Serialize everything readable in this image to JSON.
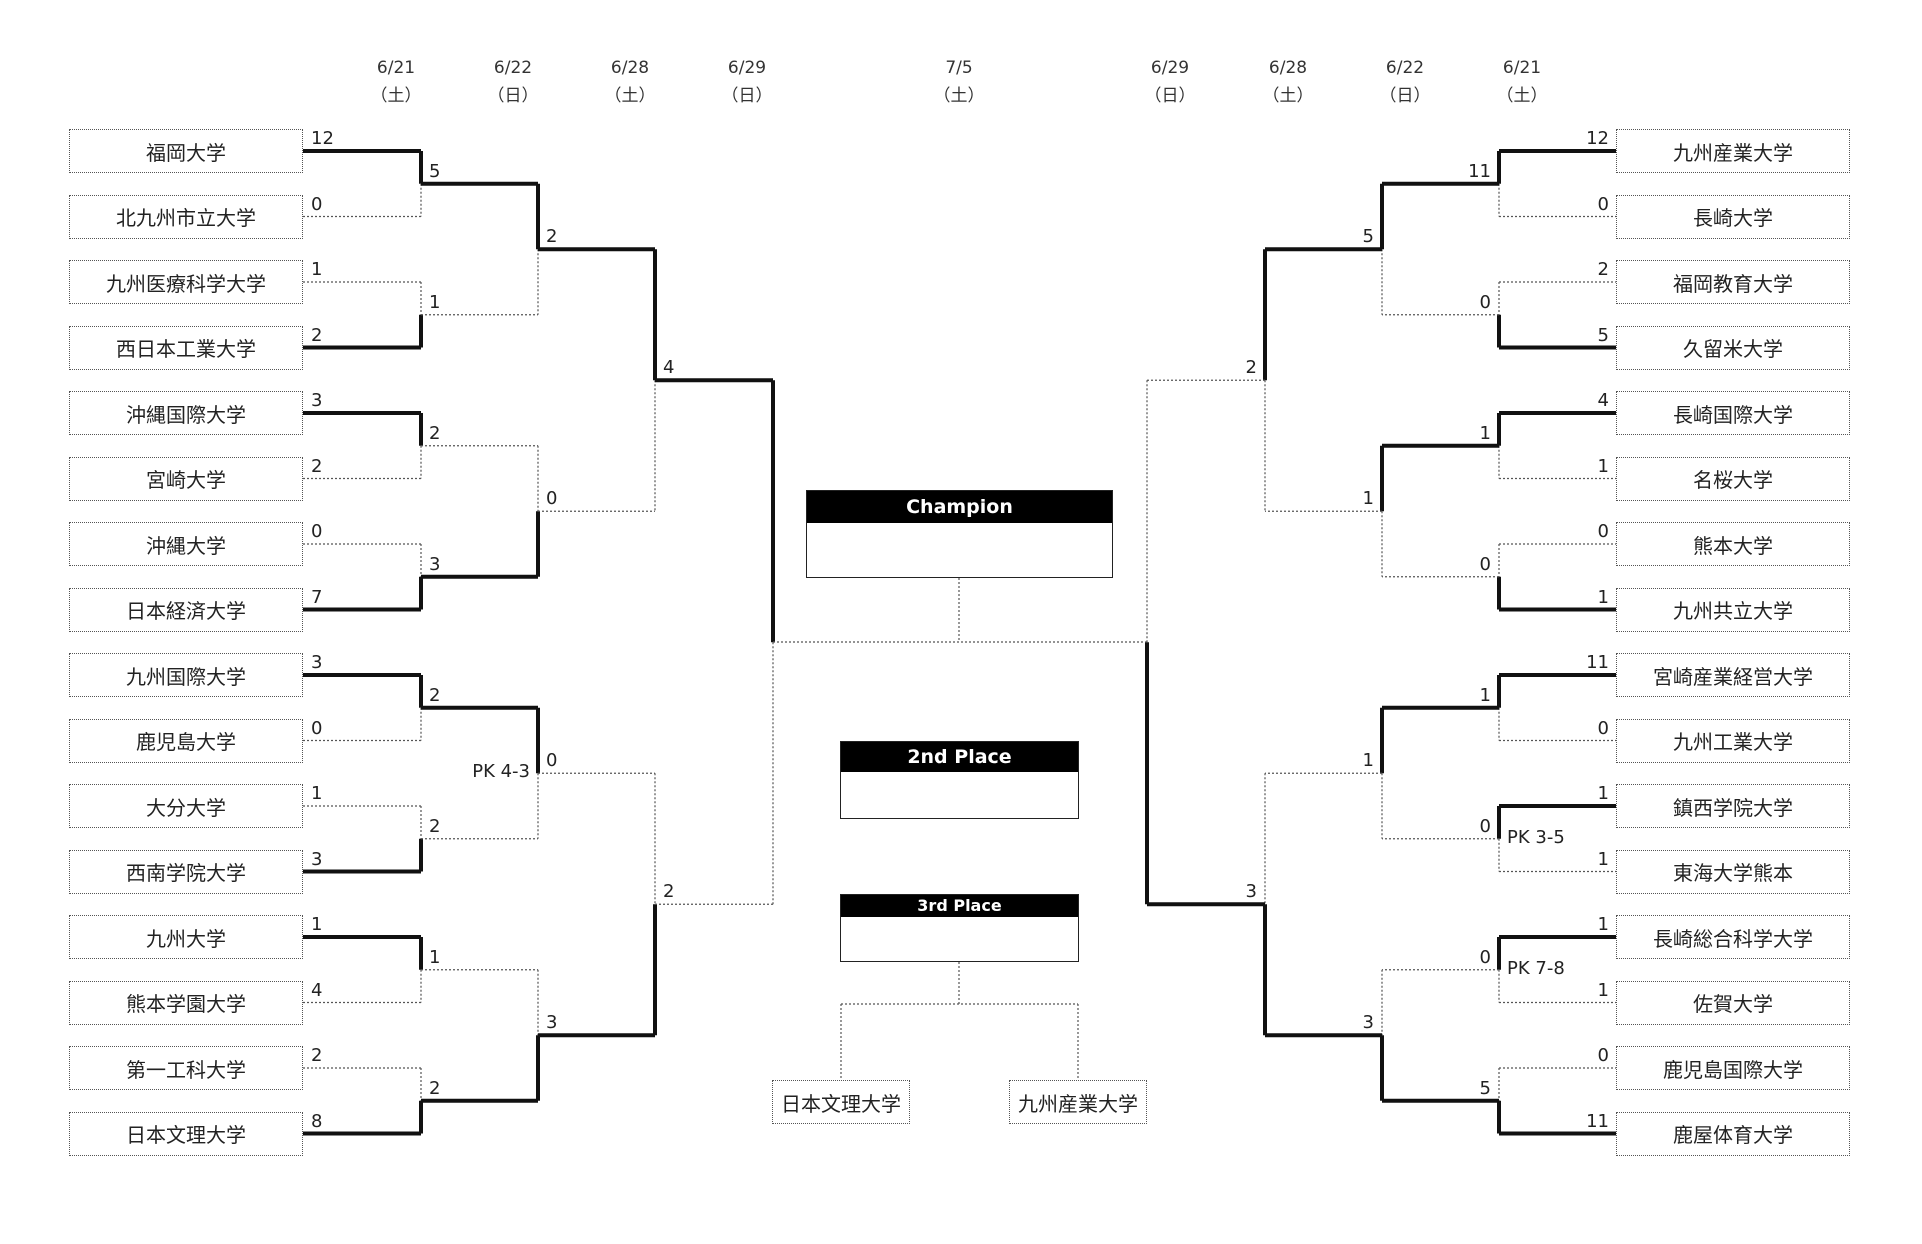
{
  "dates_left": [
    {
      "d": "6/21",
      "w": "（土）"
    },
    {
      "d": "6/22",
      "w": "（日）"
    },
    {
      "d": "6/28",
      "w": "（土）"
    },
    {
      "d": "6/29",
      "w": "（日）"
    }
  ],
  "date_center": {
    "d": "7/5",
    "w": "（土）"
  },
  "dates_right": [
    {
      "d": "6/29",
      "w": "（日）"
    },
    {
      "d": "6/28",
      "w": "（土）"
    },
    {
      "d": "6/22",
      "w": "（日）"
    },
    {
      "d": "6/21",
      "w": "（土）"
    }
  ],
  "left": {
    "teams": [
      "福岡大学",
      "北九州市立大学",
      "九州医療科学大学",
      "西日本工業大学",
      "沖縄国際大学",
      "宮崎大学",
      "沖縄大学",
      "日本経済大学",
      "九州国際大学",
      "鹿児島大学",
      "大分大学",
      "西南学院大学",
      "九州大学",
      "熊本学園大学",
      "第一工科大学",
      "日本文理大学"
    ],
    "r1_scores": [
      "12",
      "0",
      "1",
      "2",
      "3",
      "2",
      "0",
      "7",
      "3",
      "0",
      "1",
      "3",
      "1",
      "4",
      "2",
      "8"
    ],
    "r1_winners": [
      0,
      1,
      0,
      1,
      0,
      1,
      0,
      1
    ],
    "r2_scores": [
      "5",
      "1",
      "2",
      "3",
      "2",
      "2",
      "1",
      "2"
    ],
    "r2_winners": [
      0,
      1,
      0,
      1
    ],
    "r2_pk": [
      "",
      "",
      "PK 4-3",
      ""
    ],
    "r3_scores": [
      "2",
      "0",
      "0",
      "3"
    ],
    "r3_winners": [
      0,
      1
    ],
    "r4_scores": [
      "4",
      "2"
    ],
    "r4_winner": 0
  },
  "right": {
    "teams": [
      "九州産業大学",
      "長崎大学",
      "福岡教育大学",
      "久留米大学",
      "長崎国際大学",
      "名桜大学",
      "熊本大学",
      "九州共立大学",
      "宮崎産業経営大学",
      "九州工業大学",
      "鎮西学院大学",
      "東海大学熊本",
      "長崎総合科学大学",
      "佐賀大学",
      "鹿児島国際大学",
      "鹿屋体育大学"
    ],
    "r1_scores": [
      "12",
      "0",
      "2",
      "5",
      "4",
      "1",
      "0",
      "1",
      "11",
      "0",
      "1",
      "1",
      "1",
      "1",
      "0",
      "11"
    ],
    "r1_winners": [
      0,
      1,
      0,
      1,
      0,
      0,
      0,
      1
    ],
    "r1_pk": [
      "",
      "",
      "",
      "",
      "",
      "PK 3-5",
      "PK 7-8",
      ""
    ],
    "r2_scores": [
      "11",
      "0",
      "1",
      "0",
      "1",
      "0",
      "0",
      "5"
    ],
    "r2_winners": [
      0,
      0,
      0,
      1
    ],
    "r3_scores": [
      "5",
      "1",
      "1",
      "3"
    ],
    "r3_winners": [
      0,
      1
    ],
    "r4_scores": [
      "2",
      "3"
    ],
    "r4_winner": 1
  },
  "champion": {
    "label": "Champion",
    "name": ""
  },
  "second": {
    "label": "2nd Place",
    "name": ""
  },
  "third": {
    "label": "3rd Place",
    "name": "",
    "teams": [
      "日本文理大学",
      "九州産業大学"
    ]
  }
}
